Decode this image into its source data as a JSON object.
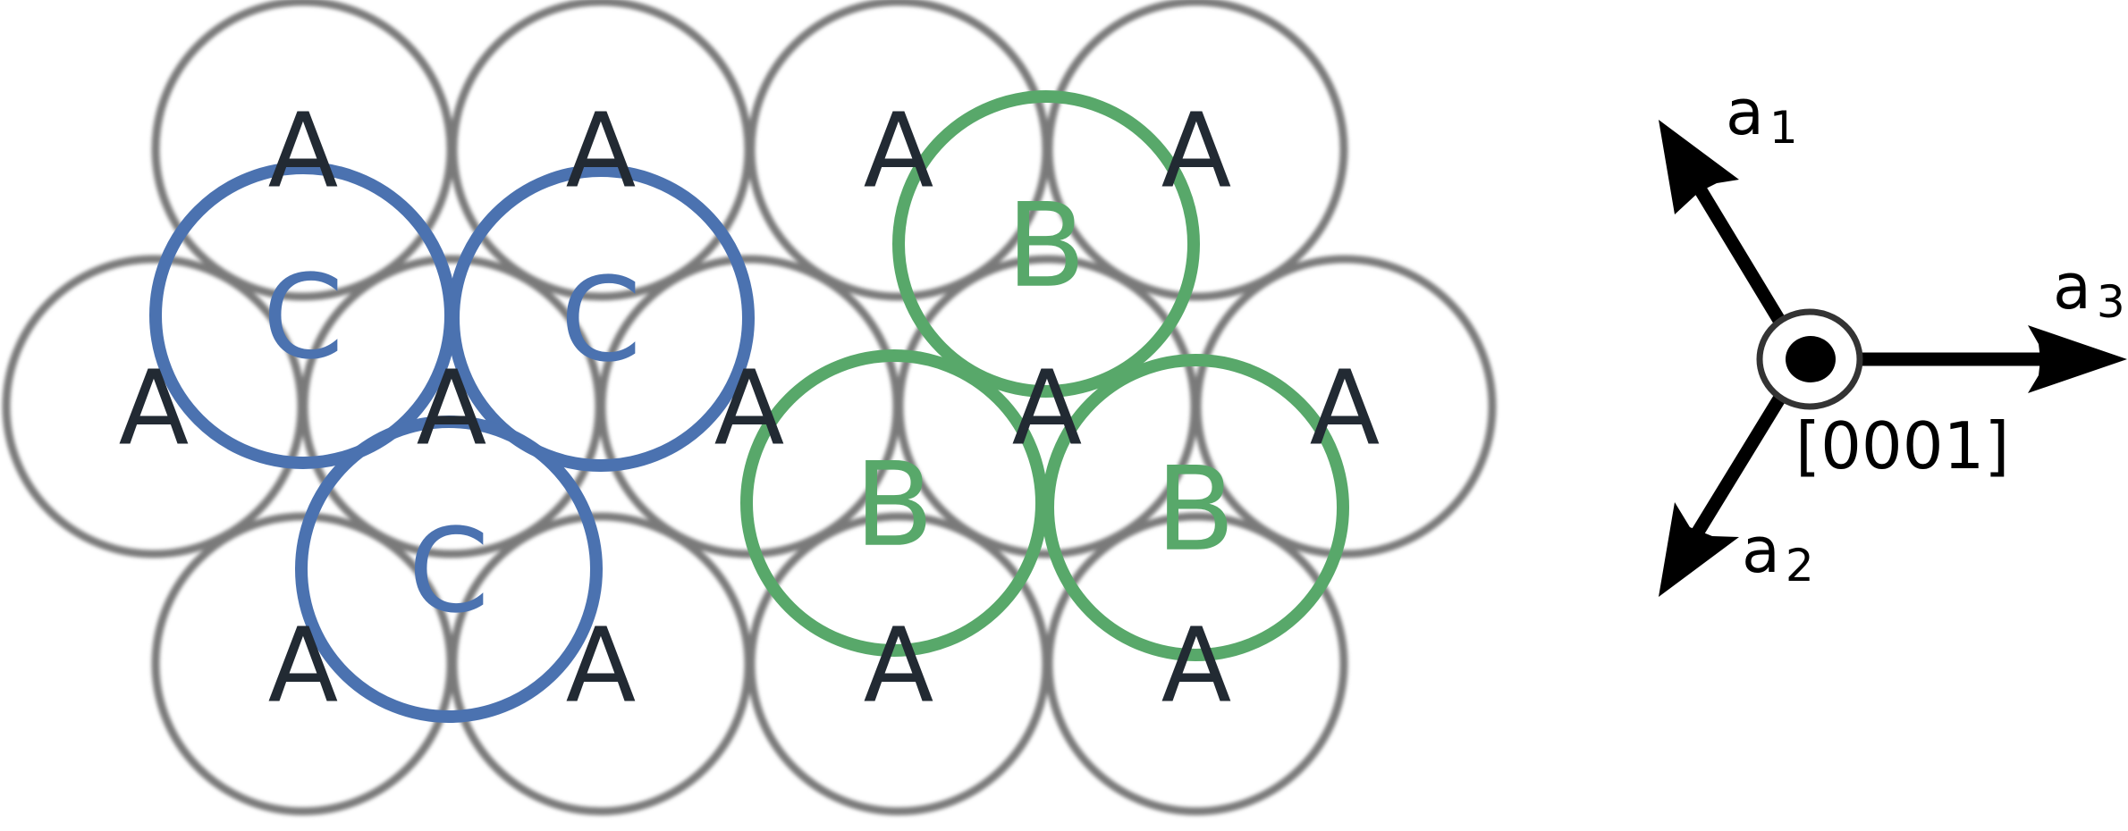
{
  "layers": {
    "A": {
      "label": "A",
      "color": "#7a7a7a",
      "text_color": "#222a33",
      "count": 13
    },
    "B": {
      "label": "B",
      "color": "#58a86a",
      "count": 3
    },
    "C": {
      "label": "C",
      "color": "#4b72b0",
      "count": 3
    }
  },
  "axes": {
    "a1": {
      "base": "a",
      "sub": "1"
    },
    "a2": {
      "base": "a",
      "sub": "2"
    },
    "a3": {
      "base": "a",
      "sub": "3"
    },
    "direction": "[0001]",
    "color": "#000000"
  }
}
